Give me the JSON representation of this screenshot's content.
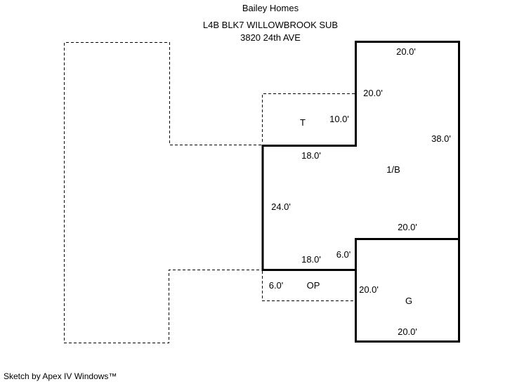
{
  "colors": {
    "background": "#ffffff",
    "line": "#000000",
    "text": "#000000"
  },
  "header": {
    "company": "Bailey Homes",
    "legal_description": "L4B BLK7 WILLOWBROOK SUB",
    "address": "3820 24th AVE"
  },
  "sketch": {
    "area_labels": [
      {
        "code": "T"
      },
      {
        "code": "1/B"
      },
      {
        "code": "OP"
      },
      {
        "code": "G"
      }
    ],
    "dimension_labels": [
      {
        "text": "20.0'"
      },
      {
        "text": "20.0'"
      },
      {
        "text": "10.0'"
      },
      {
        "text": "38.0'"
      },
      {
        "text": "18.0'"
      },
      {
        "text": "24.0'"
      },
      {
        "text": "20.0'"
      },
      {
        "text": "6.0'"
      },
      {
        "text": "18.0'"
      },
      {
        "text": "6.0'"
      },
      {
        "text": "20.0'"
      },
      {
        "text": "20.0'"
      }
    ]
  },
  "footer": {
    "credit": "Sketch by Apex IV Windows™"
  }
}
